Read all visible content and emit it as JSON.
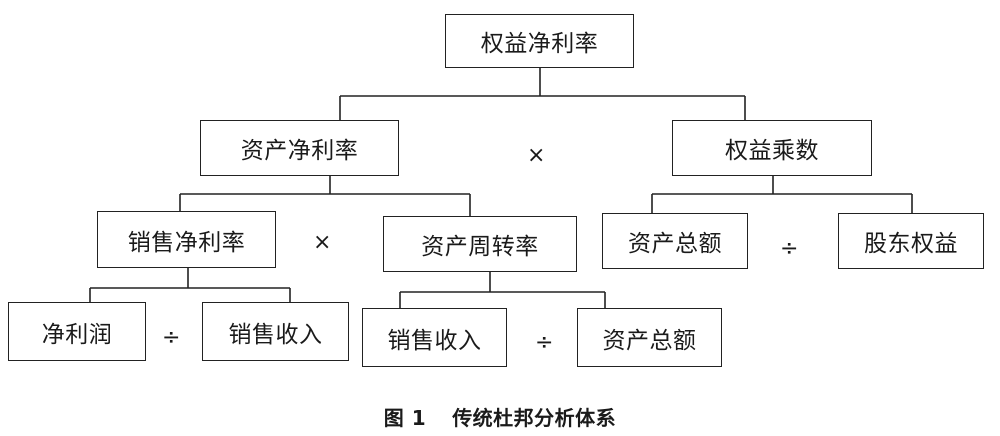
{
  "diagram": {
    "root": "权益净利率",
    "level1_left": "资产净利率",
    "level1_right": "权益乘数",
    "level2_a": "销售净利率",
    "level2_b": "资产周转率",
    "level2_c": "资产总额",
    "level2_d": "股东权益",
    "level3_a": "净利润",
    "level3_b": "销售收入",
    "level3_c": "销售收入",
    "level3_d": "资产总额",
    "op_multiply": "×",
    "op_divide": "÷"
  },
  "caption": {
    "number": "图 1",
    "title": "传统杜邦分析体系"
  }
}
